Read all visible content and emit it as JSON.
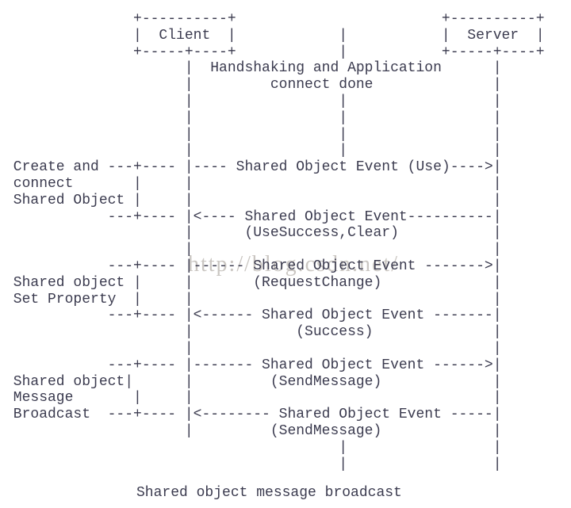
{
  "diagram": {
    "lines": [
      "               +----------+                        +----------+",
      "               |  Client  |            |           |  Server  |",
      "               +-----+----+            |           +-----+----+",
      "                     |  Handshaking and Application      |",
      "                     |         connect done              |",
      "                     |                 |                 |",
      "                     |                 |                 |",
      "                     |                 |                 |",
      "                     |                 |                 |",
      " Create and ---+---- |---- Shared Object Event (Use)---->|",
      " connect       |     |                                   |",
      " Shared Object |     |                                   |",
      "            ---+---- |<---- Shared Object Event----------|",
      "                     |      (UseSuccess,Clear)           |",
      "                     |                                   |",
      "            ---+---- |------ Shared Object Event ------->|",
      " Shared object |     |       (RequestChange)             |",
      " Set Property  |     |                                   |",
      "            ---+---- |<------ Shared Object Event -------|",
      "                     |            (Success)              |",
      "                     |                                   |",
      "            ---+---- |------- Shared Object Event ------>|",
      " Shared object|      |         (SendMessage)             |",
      " Message       |     |                                   |",
      " Broadcast  ---+---- |<-------- Shared Object Event -----|",
      "                     |         (SendMessage)             |",
      "                                       |                 |",
      "                                       |                 |",
      "                                       |                 |"
    ],
    "caption": "Shared object message broadcast"
  },
  "watermark": {
    "text": "http://blog.csdn.net/"
  },
  "semantics": {
    "participants": [
      "Client",
      "Server"
    ],
    "phase": "Handshaking and Application connect done",
    "client_action_labels": [
      "Create and connect Shared Object",
      "Shared object Set Property",
      "Shared object Message Broadcast"
    ],
    "messages": [
      {
        "from": "Client",
        "to": "Server",
        "label": "Shared Object Event (Use)"
      },
      {
        "from": "Server",
        "to": "Client",
        "label": "Shared Object Event (UseSuccess,Clear)"
      },
      {
        "from": "Client",
        "to": "Server",
        "label": "Shared Object Event (RequestChange)"
      },
      {
        "from": "Server",
        "to": "Client",
        "label": "Shared Object Event (Success)"
      },
      {
        "from": "Client",
        "to": "Server",
        "label": "Shared Object Event (SendMessage)"
      },
      {
        "from": "Server",
        "to": "Client",
        "label": "Shared Object Event (SendMessage)"
      }
    ]
  },
  "colors": {
    "text": "#3b3b4f",
    "watermark": "#bdb9b3",
    "background": "#ffffff"
  }
}
